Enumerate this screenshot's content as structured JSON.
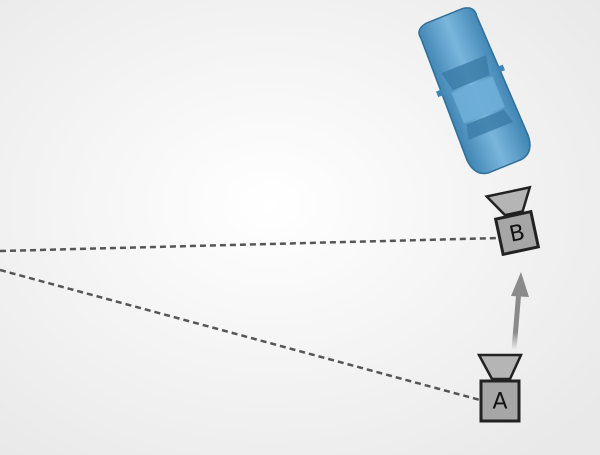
{
  "diagram": {
    "cameras": [
      {
        "id": "camera-a",
        "label": "A"
      },
      {
        "id": "camera-b",
        "label": "B"
      }
    ],
    "subject": "car-icon",
    "colors": {
      "background": "#f4f4f4",
      "car": "#5b9dc7",
      "camera_body": "#a6a6a6",
      "camera_lens": "#b5b5b5",
      "sight_line": "#555555",
      "move_arrow": "#8a8a8a"
    }
  }
}
